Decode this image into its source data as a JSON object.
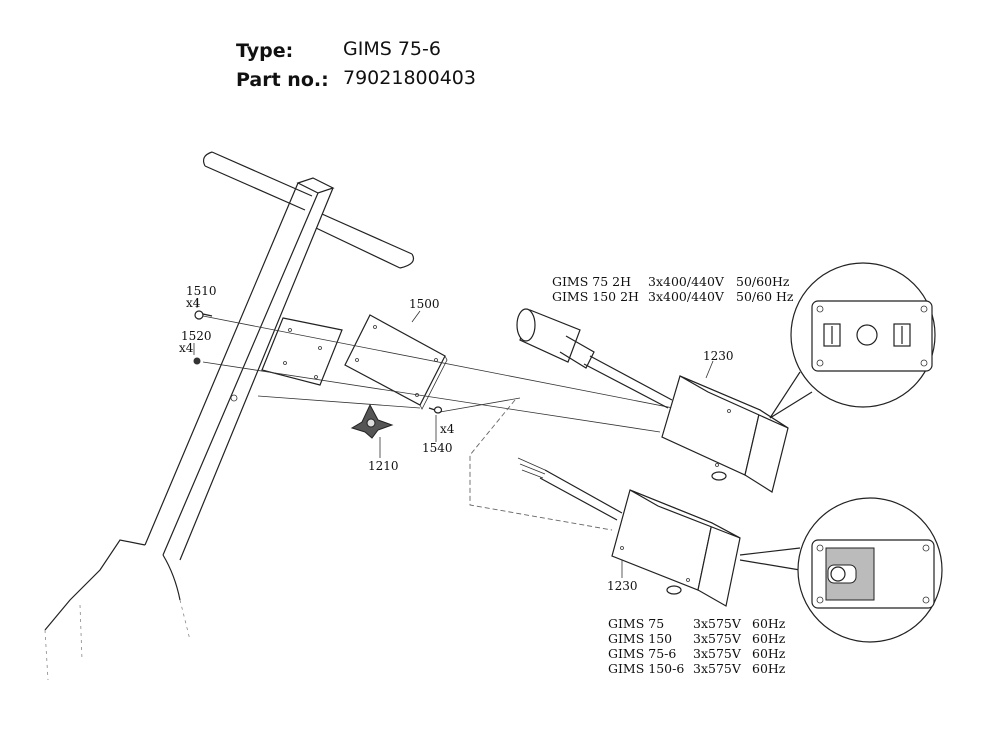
{
  "header": {
    "type_label": "Type:",
    "type_value": "GIMS 75-6",
    "part_label": "Part no.:",
    "part_value": "79021800403"
  },
  "callouts": {
    "p1510": "1510",
    "p1510_qty": "x4",
    "p1520": "1520",
    "p1520_qty": "x4",
    "p1500": "1500",
    "p1540": "1540",
    "p1540_qty": "x4",
    "p1210": "1210",
    "p1230_top": "1230",
    "p1230_bottom": "1230"
  },
  "spec_top": [
    {
      "model": "GIMS 75 2H",
      "voltage": "3x400/440V",
      "freq": "50/60Hz"
    },
    {
      "model": "GIMS 150 2H",
      "voltage": "3x400/440V",
      "freq": "50/60 Hz"
    }
  ],
  "spec_bottom": [
    {
      "model": "GIMS 75",
      "voltage": "3x575V",
      "freq": "60Hz"
    },
    {
      "model": "GIMS 150",
      "voltage": "3x575V",
      "freq": "60Hz"
    },
    {
      "model": "GIMS 75-6",
      "voltage": "3x575V",
      "freq": "60Hz"
    },
    {
      "model": "GIMS 150-6",
      "voltage": "3x575V",
      "freq": "60Hz"
    }
  ]
}
